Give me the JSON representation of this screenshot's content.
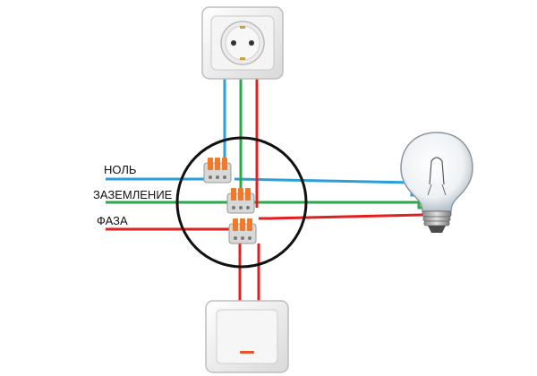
{
  "labels": {
    "neutral": "НОЛЬ",
    "ground": "ЗАЗЕМЛЕНИЕ",
    "phase": "ФАЗА"
  },
  "colors": {
    "neutral_wire": "#2b9fd9",
    "ground_wire": "#2aa84a",
    "phase_wire": "#e02020",
    "junction_circle": "#111111",
    "connector_body": "#f07a2a",
    "switch_indicator": "#e8542a"
  },
  "components": {
    "socket": "socket-icon",
    "lamp": "light-bulb-icon",
    "switch": "switch-icon",
    "junction_box": "junction-circle",
    "connectors": [
      "wago-connector-icon",
      "wago-connector-icon",
      "wago-connector-icon"
    ]
  }
}
